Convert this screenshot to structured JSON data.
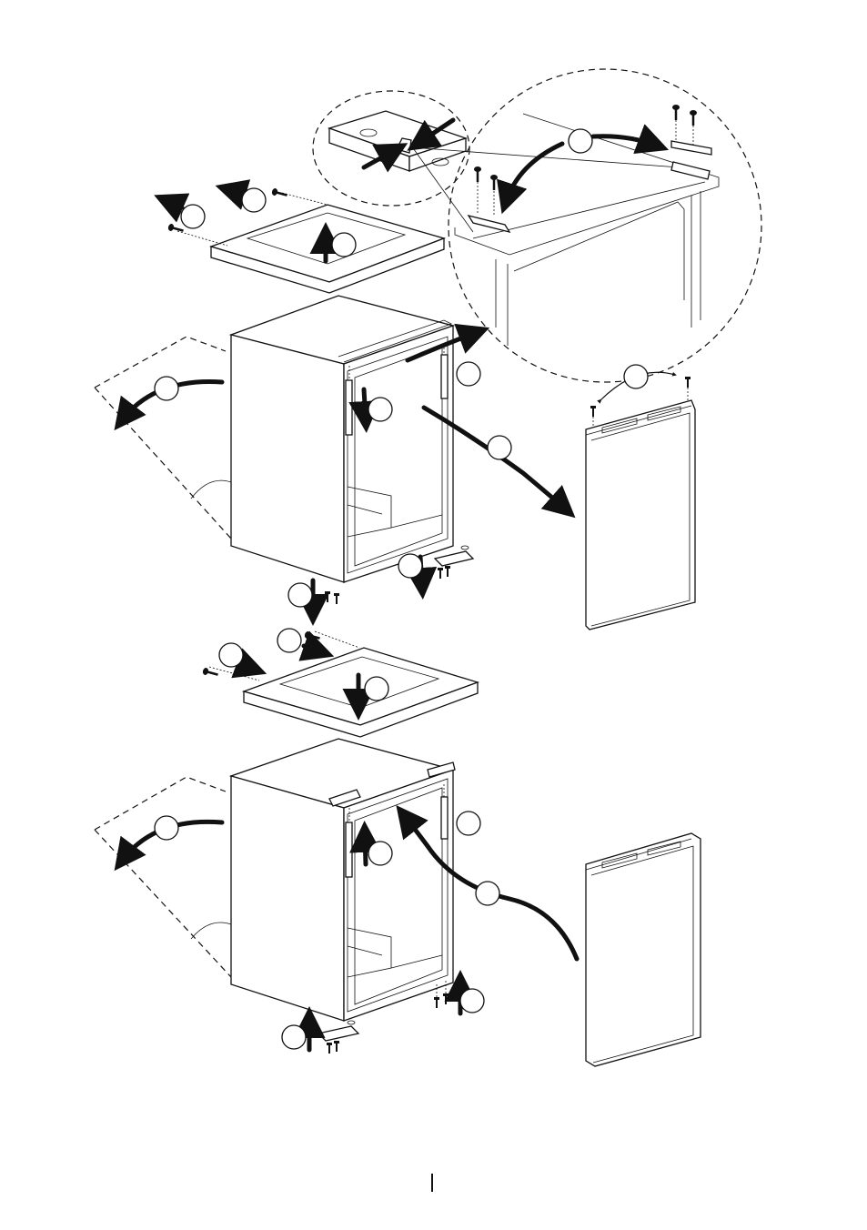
{
  "diagram": {
    "subject": "door-reversal-instructions",
    "page_marker": "|",
    "step_markers": {
      "count_top": 12,
      "count_bottom": 9,
      "labels_printed": false
    },
    "colors": {
      "line": "#111111",
      "background": "#ffffff"
    },
    "icons": [
      "screw-icon",
      "hinge-bracket-icon",
      "arrow-icon",
      "door-panel-icon",
      "cabinet-icon",
      "worktop-icon",
      "magnifier-detail-icon"
    ]
  }
}
